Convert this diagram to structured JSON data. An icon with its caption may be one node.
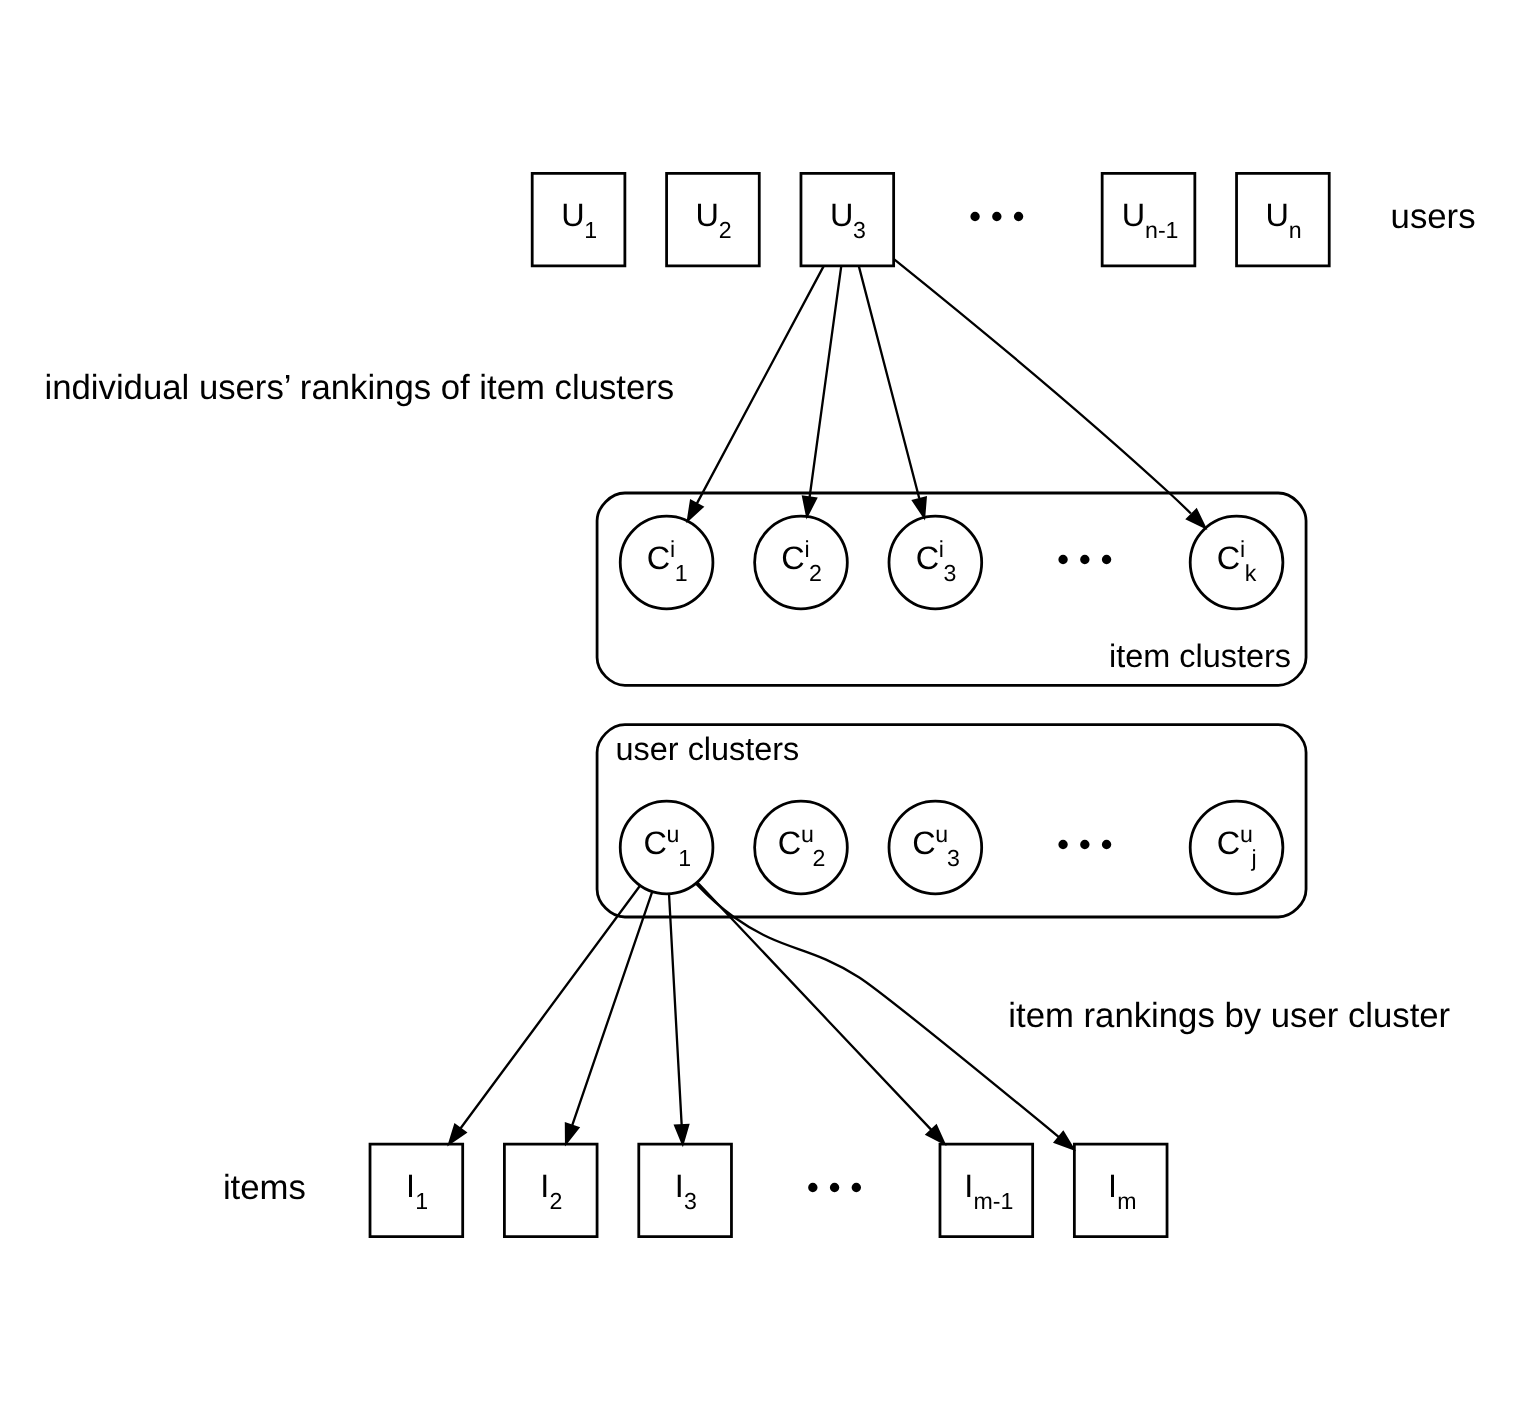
{
  "diagram": {
    "nodes": [
      {
        "text": [
          "U$_{1}$"
        ]
      },
      {
        "text": [
          "U$_{2}$"
        ]
      },
      {
        "text": [
          "U$_{3}$"
        ]
      },
      {
        "text": [
          "U$_{n-1}$"
        ]
      },
      {
        "text": [
          "U$_{n}$"
        ]
      },
      {
        "text": [
          "item clusters"
        ]
      },
      {
        "text": [
          "C$^{i}$$_{1}$"
        ],
        "in": 5
      },
      {
        "text": [
          "C$^{i}$$_{2}$"
        ],
        "in": 5
      },
      {
        "text": [
          "C$^{i}$$_{3}$"
        ],
        "in": 5
      },
      {
        "text": [
          "C$^{i}$$_{k}$"
        ],
        "in": 5
      },
      {
        "text": [
          "user clusters"
        ]
      },
      {
        "text": [
          "C$^{u}$$_{1}$"
        ],
        "in": 10
      },
      {
        "text": [
          "C$^{u}$$_{2}$"
        ],
        "in": 10
      },
      {
        "text": [
          "C$^{u}$$_{3}$"
        ],
        "in": 10
      },
      {
        "text": [
          "C$^{u}$$_{j}$"
        ],
        "in": 10
      },
      {
        "text": [
          "I$_{1}$"
        ]
      },
      {
        "text": [
          "I$_{2}$"
        ]
      },
      {
        "text": [
          "I$_{3}$"
        ]
      },
      {
        "text": [
          "I$_{m-1}$"
        ]
      },
      {
        "text": [
          "I$_{m}$"
        ]
      }
    ],
    "edges": [
      {
        "from": 2,
        "to": 6,
        "arrow": "to"
      },
      {
        "from": 2,
        "to": 7,
        "arrow": "to"
      },
      {
        "from": 2,
        "to": 8,
        "arrow": "to"
      },
      {
        "from": 2,
        "to": 9,
        "arrow": "to"
      },
      {
        "from": 11,
        "to": 15,
        "arrow": "to"
      },
      {
        "from": 11,
        "to": 16,
        "arrow": "to"
      },
      {
        "from": 11,
        "to": 17,
        "arrow": "to"
      },
      {
        "from": 11,
        "to": 18,
        "arrow": "to"
      },
      {
        "from": 11,
        "to": 19,
        "arrow": "to"
      }
    ],
    "labels": [
      "• • •",
      "users",
      "individual users’ rankings of item clusters",
      "• • •",
      "• • •",
      "item rankings by user cluster",
      "items",
      "• • •"
    ]
  }
}
